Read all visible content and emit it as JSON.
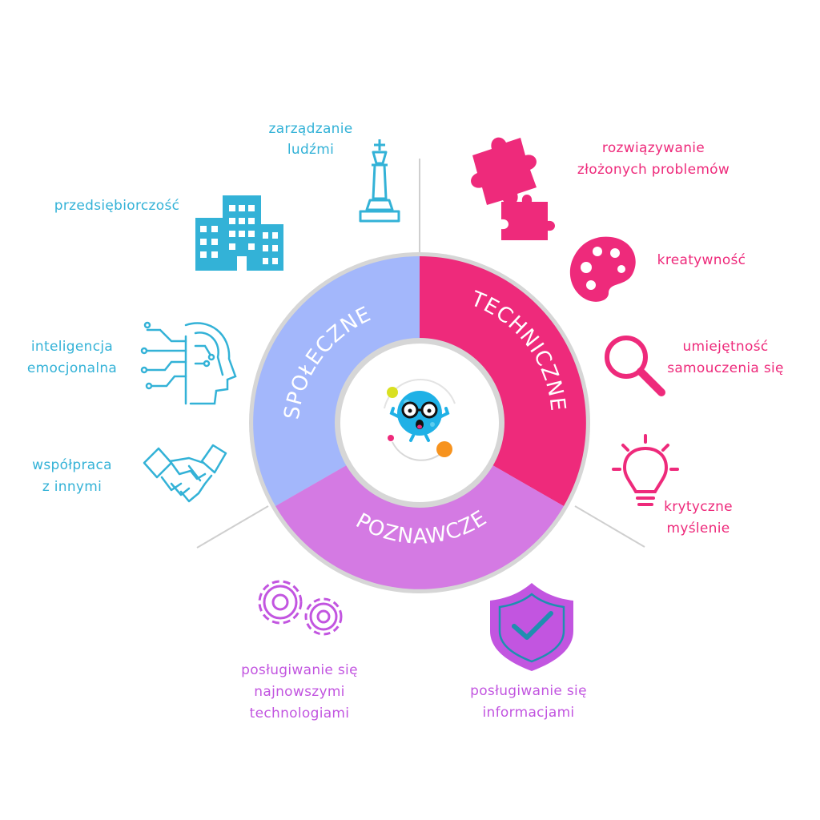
{
  "colors": {
    "social": "#33b2d7",
    "technical": "#ee2a7b",
    "cognitive": "#c255e0",
    "seg_social": "#a3b7fb",
    "seg_technical": "#ee2a7b",
    "seg_cognitive": "#d47ae3",
    "ring": "#d6d6d6",
    "divider": "#cfcfcf"
  },
  "segments": {
    "social": "SPOŁECZNE",
    "technical": "TECHNICZNE",
    "cognitive": "POZNAWCZE"
  },
  "skills": {
    "management": {
      "line1": "zarządzanie",
      "line2": "ludźmi",
      "icon": "chess-king-icon"
    },
    "entrepreneurship": {
      "line1": "przedsiębiorczość",
      "icon": "buildings-icon"
    },
    "emotional_intelligence": {
      "line1": "inteligencja",
      "line2": "emocjonalna",
      "icon": "circuit-head-icon"
    },
    "cooperation": {
      "line1": "współpraca",
      "line2": "z innymi",
      "icon": "handshake-icon"
    },
    "problem_solving": {
      "line1": "rozwiązywanie",
      "line2": "złożonych problemów",
      "icon": "puzzle-icon"
    },
    "creativity": {
      "line1": "kreatywność",
      "icon": "palette-icon"
    },
    "self_learning": {
      "line1": "umiejętność",
      "line2": "samouczenia się",
      "icon": "magnifier-icon"
    },
    "critical_thinking": {
      "line1": "krytyczne",
      "line2": "myślenie",
      "icon": "lightbulb-icon"
    },
    "new_technologies": {
      "line1": "posługiwanie się",
      "line2": "najnowszymi",
      "line3": "technologiami",
      "icon": "gears-icon"
    },
    "information": {
      "line1": "posługiwanie się",
      "line2": "informacjami",
      "icon": "shield-check-icon"
    }
  },
  "center": {
    "icon": "mascot-icon"
  }
}
